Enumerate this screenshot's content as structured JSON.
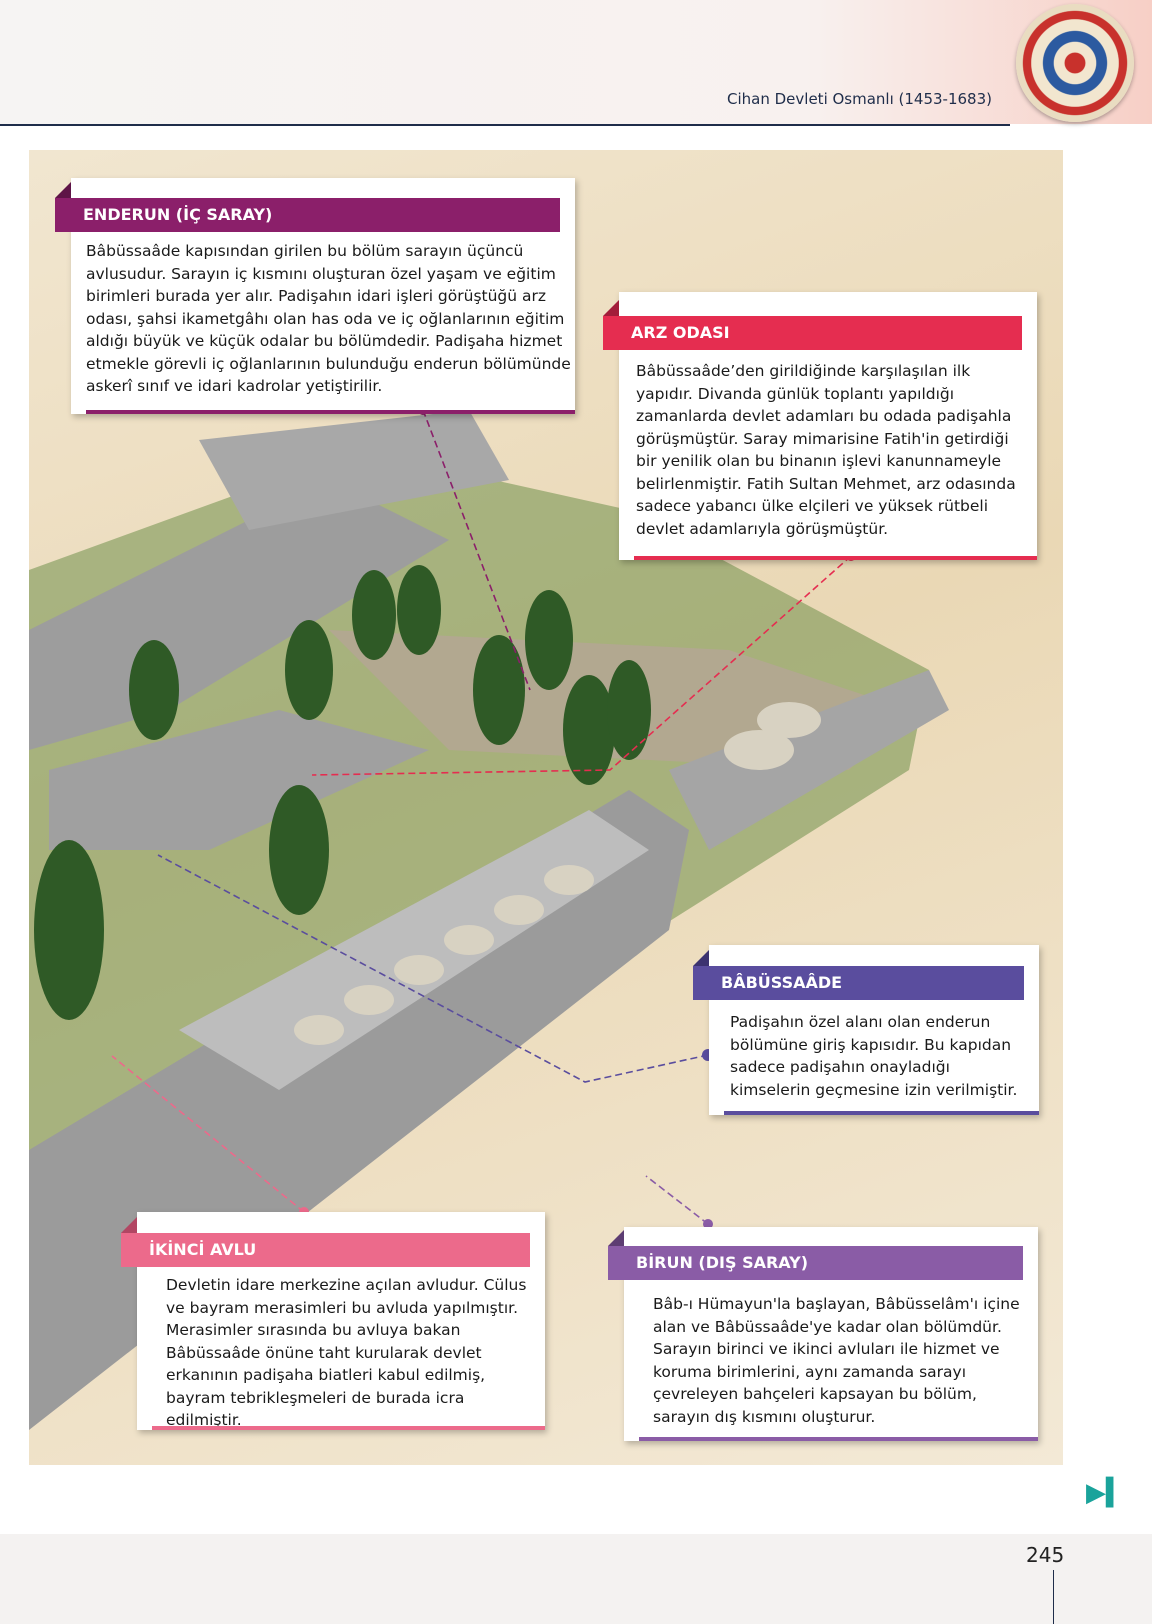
{
  "header": {
    "running_title": "Cihan Devleti Osmanlı (1453-1683)"
  },
  "page_number": "245",
  "next_icon": "play-next-icon",
  "colors": {
    "enderun": "#8b1f6a",
    "arz": "#e52d50",
    "babussaade": "#5a4d9e",
    "ikinci": "#ec6a8b",
    "birun": "#8a5ca6"
  },
  "callouts": {
    "enderun": {
      "title": "ENDERUN (İÇ SARAY)",
      "text": "Bâbüssaâde kapısından girilen bu bölüm sarayın üçüncü avlusudur. Sarayın iç kısmını oluşturan özel yaşam ve eğitim birimleri burada yer alır. Padişahın idari işleri görüştüğü arz odası, şahsi ikametgâhı olan has oda ve iç oğlanlarının eğitim aldığı büyük ve küçük odalar bu bölümdedir. Padişaha hizmet etmekle görevli iç oğlanlarının bulunduğu enderun bölümünde askerî sınıf ve idari kadrolar yetiştirilir."
    },
    "arz": {
      "title": "ARZ ODASI",
      "text": "Bâbüssaâde’den girildiğinde karşılaşılan ilk yapıdır. Divanda günlük toplantı yapıldığı zamanlarda devlet adamları bu odada padişahla görüşmüştür. Saray mimarisine Fatih'in getirdiği bir yenilik  olan bu binanın işlevi kanunnameyle belirlenmiştir. Fatih Sultan Mehmet, arz odasında sadece yabancı ülke elçileri ve yüksek rütbeli devlet adamlarıyla görüşmüştür."
    },
    "babussaade": {
      "title": "BÂBÜSSAÂDE",
      "text": "Padişahın özel alanı olan enderun bölümüne giriş kapısıdır. Bu kapıdan sadece padişahın onayladığı kimselerin geçmesine izin verilmiştir."
    },
    "ikinci": {
      "title": "İKİNCİ AVLU",
      "text": "Devletin idare merkezine açılan avludur.  Cülus ve bayram merasimleri bu avluda yapılmıştır. Merasimler sırasında bu avluya bakan Bâbüssaâde önüne taht kurularak devlet erkanının padişaha biatleri kabul edilmiş, bayram tebrikleşmeleri de burada icra edilmiştir."
    },
    "birun": {
      "title": "BİRUN (DIŞ SARAY)",
      "text": "Bâb-ı Hümayun'la başlayan, Bâbüsselâm'ı içine alan ve Bâbüssaâde'ye kadar olan bölümdür. Sarayın birinci ve ikinci avluları ile hizmet ve koruma birimlerini, aynı zamanda sarayı çevreleyen bahçeleri kapsayan bu bölüm, sarayın dış kısmını oluşturur."
    }
  }
}
